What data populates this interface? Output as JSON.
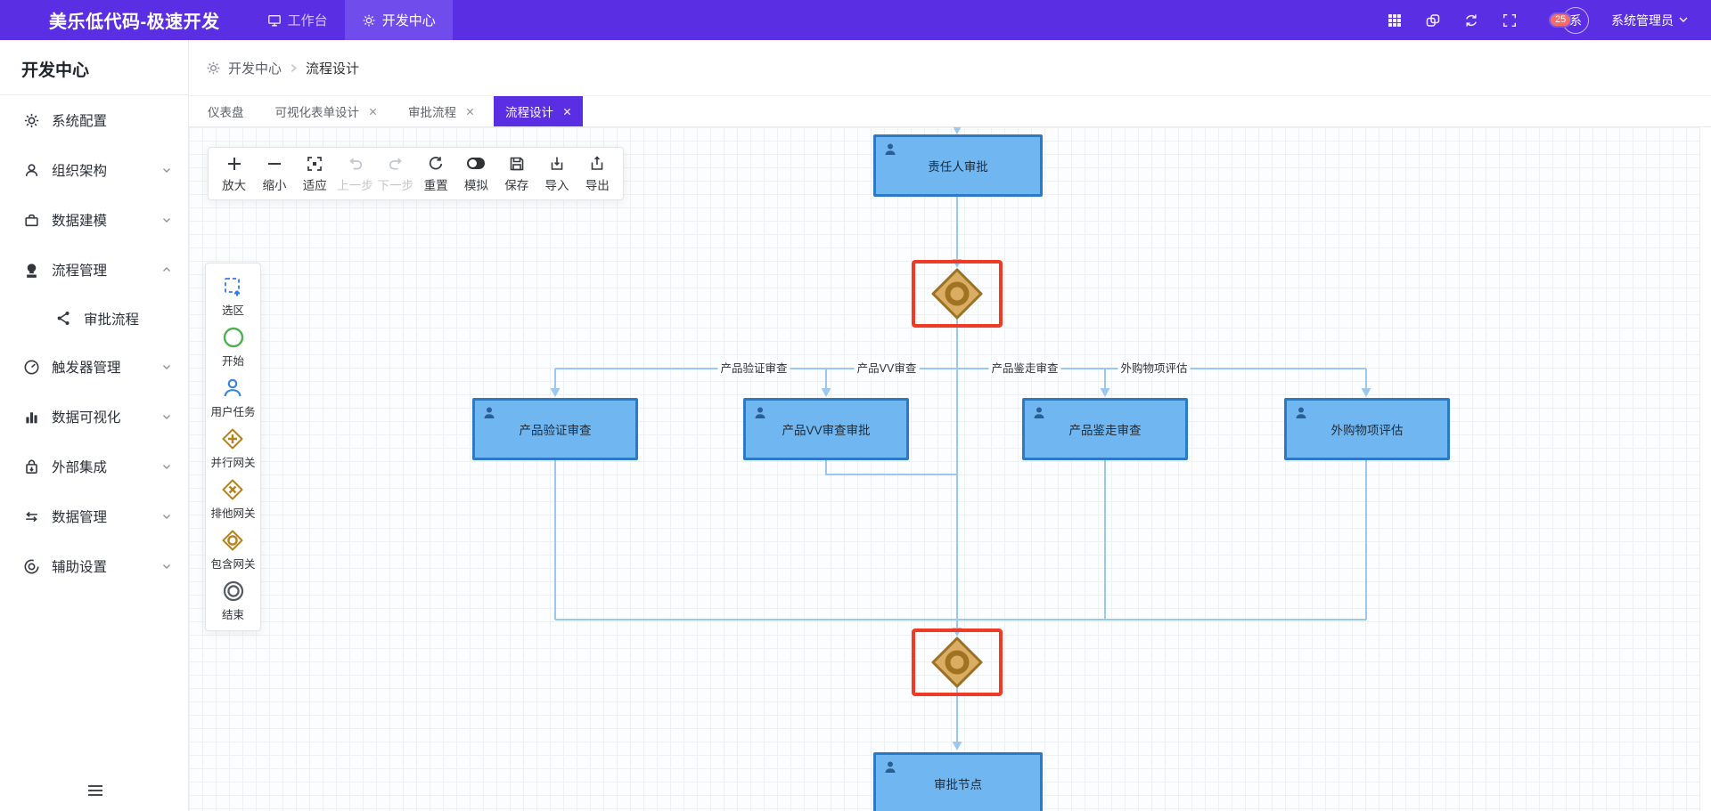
{
  "navbar": {
    "brand": "美乐低代码-极速开发",
    "menu": [
      {
        "label": "工作台",
        "icon": "monitor-icon",
        "active": false
      },
      {
        "label": "开发中心",
        "icon": "gear-icon",
        "active": true
      }
    ],
    "actions": {
      "icons": [
        "apps-grid-icon",
        "link-icon",
        "refresh-icon",
        "fullscreen-icon",
        "message-icon"
      ],
      "badge_count": "25",
      "avatar_text": "系",
      "username": "系统管理员"
    }
  },
  "sidebar": {
    "title": "开发中心",
    "items": [
      {
        "label": "系统配置",
        "icon": "gear-icon"
      },
      {
        "label": "组织架构",
        "icon": "people-icon",
        "chevron": "down"
      },
      {
        "label": "数据建模",
        "icon": "briefcase-icon",
        "chevron": "down"
      },
      {
        "label": "流程管理",
        "icon": "stamp-icon",
        "chevron": "up",
        "expanded": true
      },
      {
        "label": "审批流程",
        "icon": "share-icon",
        "child": true
      },
      {
        "label": "触发器管理",
        "icon": "gauge-icon",
        "chevron": "down"
      },
      {
        "label": "数据可视化",
        "icon": "bar-chart-icon",
        "chevron": "down"
      },
      {
        "label": "外部集成",
        "icon": "bag-icon",
        "chevron": "down"
      },
      {
        "label": "数据管理",
        "icon": "swap-icon",
        "chevron": "down"
      },
      {
        "label": "辅助设置",
        "icon": "target-icon",
        "chevron": "down"
      }
    ]
  },
  "breadcrumb": {
    "crumbs": [
      "开发中心",
      "流程设计"
    ]
  },
  "tabs": [
    {
      "label": "仪表盘",
      "closable": false,
      "active": false
    },
    {
      "label": "可视化表单设计",
      "closable": true,
      "active": false
    },
    {
      "label": "审批流程",
      "closable": true,
      "active": false
    },
    {
      "label": "流程设计",
      "closable": true,
      "active": true
    }
  ],
  "toolbar": [
    {
      "label": "放大",
      "icon": "zoom-in-icon",
      "disabled": false
    },
    {
      "label": "缩小",
      "icon": "zoom-out-icon",
      "disabled": false
    },
    {
      "label": "适应",
      "icon": "fit-icon",
      "disabled": false
    },
    {
      "label": "上一步",
      "icon": "undo-icon",
      "disabled": true
    },
    {
      "label": "下一步",
      "icon": "redo-icon",
      "disabled": true
    },
    {
      "label": "重置",
      "icon": "reset-icon",
      "disabled": false
    },
    {
      "label": "模拟",
      "icon": "toggle-icon",
      "disabled": false
    },
    {
      "label": "保存",
      "icon": "save-icon",
      "disabled": false
    },
    {
      "label": "导入",
      "icon": "import-icon",
      "disabled": false
    },
    {
      "label": "导出",
      "icon": "export-icon",
      "disabled": false
    }
  ],
  "palette": [
    {
      "label": "选区",
      "icon": "marquee-icon"
    },
    {
      "label": "开始",
      "icon": "start-circle-icon"
    },
    {
      "label": "用户任务",
      "icon": "user-task-icon"
    },
    {
      "label": "并行网关",
      "icon": "parallel-gateway-icon"
    },
    {
      "label": "排他网关",
      "icon": "exclusive-gateway-icon"
    },
    {
      "label": "包含网关",
      "icon": "inclusive-gateway-icon"
    },
    {
      "label": "结束",
      "icon": "end-circle-icon"
    }
  ],
  "flow": {
    "nodes": [
      {
        "id": "top",
        "label": "责任人审批",
        "type": "user-task"
      },
      {
        "id": "branch-1",
        "label": "产品验证审查",
        "type": "user-task"
      },
      {
        "id": "branch-2",
        "label": "产品VV审查审批",
        "type": "user-task"
      },
      {
        "id": "branch-3",
        "label": "产品鉴走审查",
        "type": "user-task"
      },
      {
        "id": "branch-4",
        "label": "外购物项评估",
        "type": "user-task"
      },
      {
        "id": "bottom",
        "label": "审批节点",
        "type": "user-task"
      }
    ],
    "gateways": [
      {
        "id": "gateway-split",
        "type": "inclusive",
        "selected": true
      },
      {
        "id": "gateway-join",
        "type": "inclusive",
        "selected": true
      }
    ],
    "edge_labels": [
      "产品验证审查",
      "产品VV审查",
      "产品鉴走审查",
      "外购物项评估"
    ]
  },
  "colors": {
    "accent": "#5a2ee2",
    "navbar_bg": "#5a2ee2",
    "active_menu_bg": "#6f4ceb",
    "node_fill": "#70b7f1",
    "node_border": "#2a7ac6",
    "connector": "#9cc8ef",
    "gateway_fill": "#d9ad62",
    "gateway_stroke": "#9c7125",
    "selection_red": "#ef3b25",
    "badge_bg": "#f56c6c"
  }
}
